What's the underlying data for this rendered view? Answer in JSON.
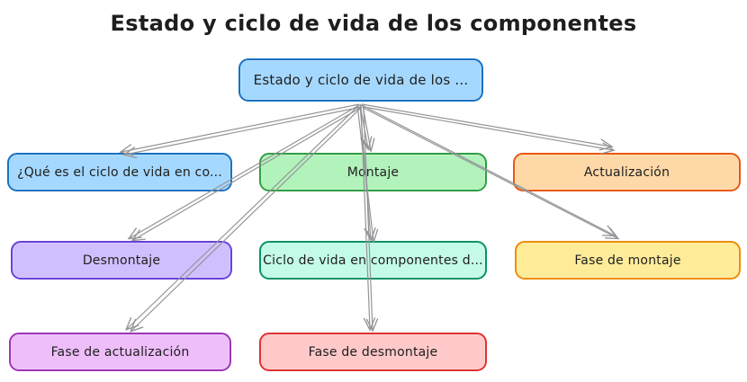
{
  "title": "Estado y ciclo de vida de los componentes",
  "diagram": {
    "type": "mindmap",
    "background": "#ffffff",
    "text_color": "#1e1e1e",
    "arrow_color": "#939598",
    "palette": {
      "blue": {
        "fill": "#a5d8ff",
        "stroke": "#1971c2"
      },
      "green": {
        "fill": "#b2f2bb",
        "stroke": "#2f9e44"
      },
      "orange": {
        "fill": "#ffd8a8",
        "stroke": "#e8590c"
      },
      "purple": {
        "fill": "#d0bfff",
        "stroke": "#6741d9"
      },
      "teal": {
        "fill": "#c3fae8",
        "stroke": "#099268"
      },
      "yellow": {
        "fill": "#ffec99",
        "stroke": "#f08c00"
      },
      "magenta": {
        "fill": "#eebefa",
        "stroke": "#9c36b5"
      },
      "red": {
        "fill": "#ffc9c9",
        "stroke": "#e03131"
      }
    },
    "nodes": [
      {
        "id": "root",
        "label": "Estado y ciclo de vida de los ...",
        "color": "blue"
      },
      {
        "id": "que-es-el-ciclo",
        "label": "¿Qué es el ciclo de vida en co...",
        "color": "blue"
      },
      {
        "id": "montaje",
        "label": "Montaje",
        "color": "green"
      },
      {
        "id": "actualizacion",
        "label": "Actualización",
        "color": "orange"
      },
      {
        "id": "desmontaje",
        "label": "Desmontaje",
        "color": "purple"
      },
      {
        "id": "ciclo-componentes",
        "label": "Ciclo de vida en componentes d...",
        "color": "teal"
      },
      {
        "id": "fase-montaje",
        "label": "Fase de montaje",
        "color": "yellow"
      },
      {
        "id": "fase-actualizacion",
        "label": "Fase de actualización",
        "color": "magenta"
      },
      {
        "id": "fase-desmontaje",
        "label": "Fase de desmontaje",
        "color": "red"
      }
    ],
    "edges": [
      {
        "from": "root",
        "to": "que-es-el-ciclo"
      },
      {
        "from": "root",
        "to": "montaje"
      },
      {
        "from": "root",
        "to": "actualizacion"
      },
      {
        "from": "root",
        "to": "desmontaje"
      },
      {
        "from": "root",
        "to": "ciclo-componentes"
      },
      {
        "from": "root",
        "to": "fase-montaje"
      },
      {
        "from": "root",
        "to": "fase-actualizacion"
      },
      {
        "from": "root",
        "to": "fase-desmontaje"
      }
    ]
  }
}
